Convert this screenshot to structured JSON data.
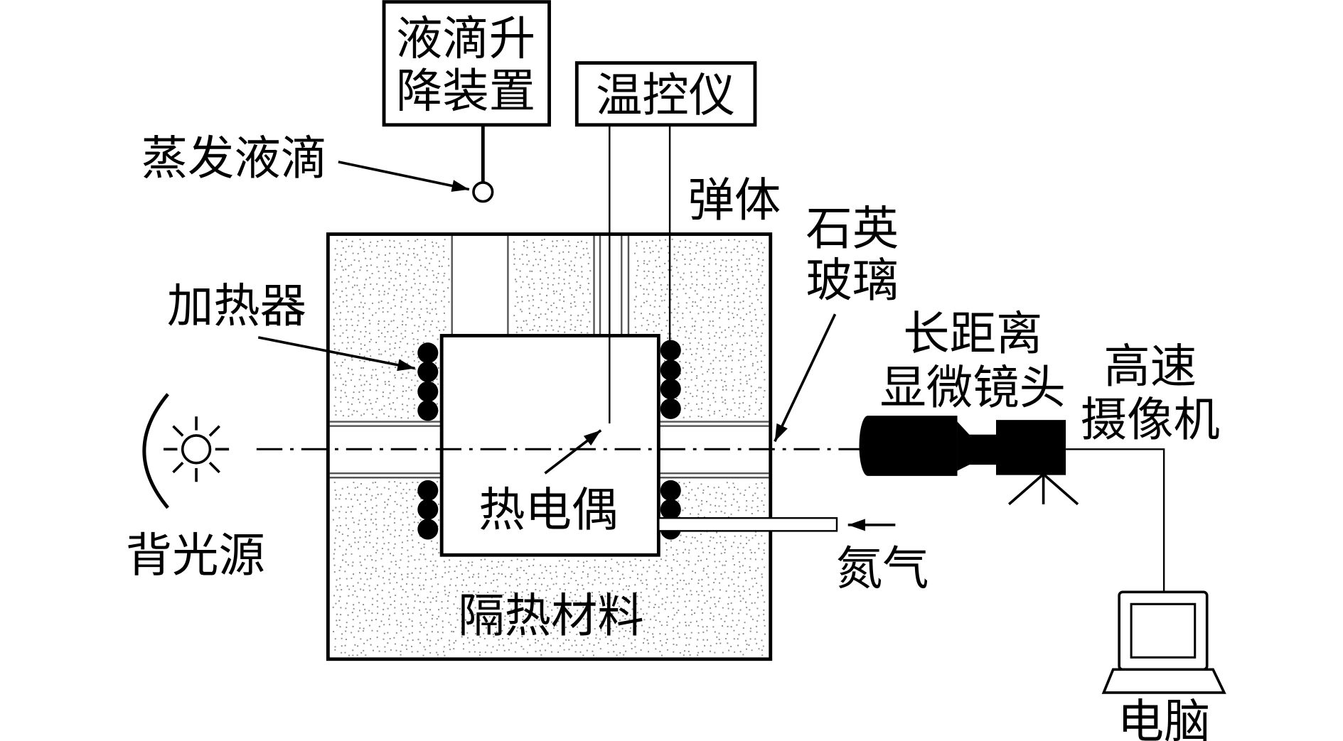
{
  "labels": {
    "droplet_lift_device": [
      "液滴升",
      "降装置"
    ],
    "temperature_controller": "温控仪",
    "evaporating_droplet": "蒸发液滴",
    "bomb_body": "弹体",
    "quartz_glass": [
      "石英",
      "玻璃"
    ],
    "heater": "加热器",
    "long_distance_microscope_lens": [
      "长距离",
      "显微镜头"
    ],
    "high_speed_camera": [
      "高速",
      "摄像机"
    ],
    "thermocouple": "热电偶",
    "insulation_material": "隔热材料",
    "nitrogen": "氮气",
    "backlight": "背光源",
    "computer": "电脑"
  },
  "colors": {
    "stroke": "#000000",
    "stipple": "#8a8a8a",
    "background": "#ffffff"
  }
}
